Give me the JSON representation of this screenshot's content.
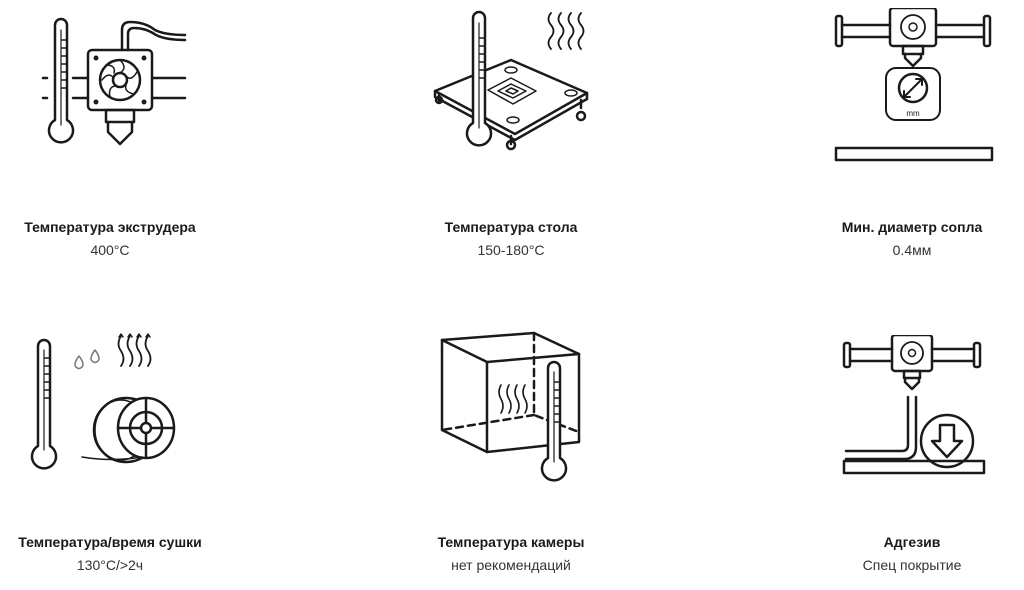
{
  "specs": [
    {
      "title": "Температура экструдера",
      "value": "400°C",
      "icon": "extruder-temperature-icon"
    },
    {
      "title": "Температура стола",
      "value": "150-180°C",
      "icon": "bed-temperature-icon"
    },
    {
      "title": "Мин. диаметр сопла",
      "value": "0.4мм",
      "icon": "nozzle-diameter-icon",
      "icon_label": "mm"
    },
    {
      "title": "Температура/время сушки",
      "value": "130°C/>2ч",
      "icon": "drying-temperature-icon"
    },
    {
      "title": "Температура камеры",
      "value": "нет рекомендаций",
      "icon": "chamber-temperature-icon"
    },
    {
      "title": "Адгезив",
      "value": "Спец покрытие",
      "icon": "adhesive-icon"
    }
  ]
}
